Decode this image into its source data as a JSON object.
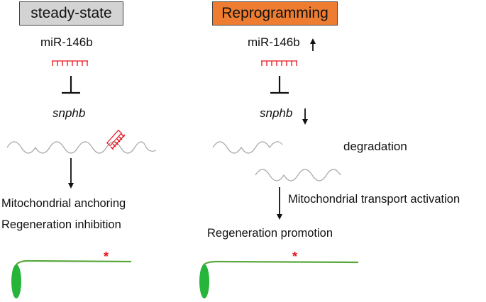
{
  "panels": [
    {
      "title": "steady-state",
      "title_bg": "#d3d3d3",
      "mirna_label": "miR-146b",
      "mirna_change": "",
      "target_label": "snphb",
      "target_change": "",
      "outcome_lines": [
        "Mitochondrial anchoring",
        "Regeneration inhibition"
      ]
    },
    {
      "title": "Reprogramming",
      "title_bg": "#ee7d31",
      "mirna_label": "miR-146b",
      "mirna_change": "up",
      "target_label": "snphb",
      "target_change": "down",
      "degradation_label": "degradation",
      "arrow_label": "Mitochondrial transport activation",
      "outcome_lines": [
        "Regeneration promotion"
      ]
    }
  ],
  "colors": {
    "mirna": "#e8141e",
    "mrna": "#a8a8a8",
    "neuron": "#27b43a",
    "neuron_axon": "#5aa83c",
    "asterisk": "#e8141e"
  },
  "symbols": {
    "asterisk": "*"
  }
}
